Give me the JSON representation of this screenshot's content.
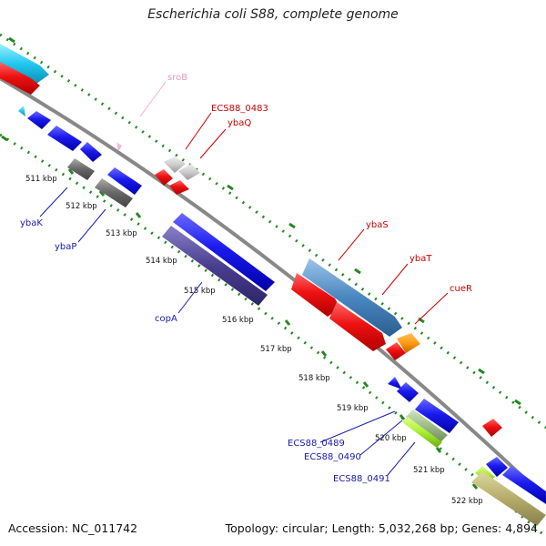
{
  "title": "Escherichia coli S88, complete genome",
  "footer": {
    "accession": "Accession: NC_011742",
    "topology": "Topology: circular; Length: 5,032,268 bp; Genes: 4,894"
  },
  "colors": {
    "backbone": "#888888",
    "forward_gene": "#ee1111",
    "reverse_gene": "#1a1aee",
    "forward_label": "#cc0000",
    "reverse_label": "#1a1aaa",
    "rna_label": "#e89ac0",
    "tick": "#228822"
  },
  "ticks": [
    "511 kbp",
    "512 kbp",
    "513 kbp",
    "514 kbp",
    "515 kbp",
    "516 kbp",
    "517 kbp",
    "518 kbp",
    "519 kbp",
    "520 kbp",
    "521 kbp",
    "522 kbp"
  ],
  "forward_labels": [
    "sroB",
    "ECS88_0483",
    "ybaQ",
    "ybaS",
    "ybaT",
    "cueR"
  ],
  "reverse_labels": [
    "ybaK",
    "ybaP",
    "copA",
    "ECS88_0489",
    "ECS88_0490",
    "ECS88_0491"
  ]
}
